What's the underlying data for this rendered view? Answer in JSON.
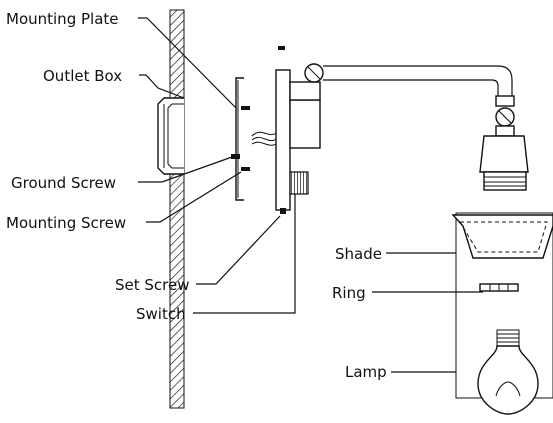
{
  "labels": {
    "mounting_plate": "Mounting Plate",
    "outlet_box": "Outlet Box",
    "ground_screw": "Ground Screw",
    "mounting_screw": "Mounting Screw",
    "set_screw": "Set Screw",
    "switch": "Switch",
    "shade": "Shade",
    "ring": "Ring",
    "lamp": "Lamp"
  }
}
